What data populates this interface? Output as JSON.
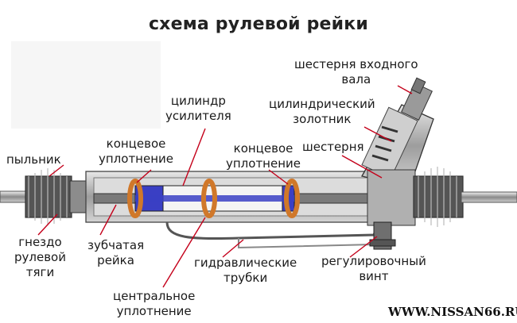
{
  "title": "схема рулевой рейки",
  "watermark": "WWW.NISSAN66.RU",
  "labels": {
    "input_shaft_gear": [
      "шестерня входного",
      "вала"
    ],
    "cylindrical_valve": [
      "цилиндрический",
      "золотник"
    ],
    "pinion": "шестерня",
    "booster_cylinder": [
      "цилиндр",
      "усилителя"
    ],
    "end_seal_left": [
      "концевое",
      "уплотнение"
    ],
    "end_seal_right": [
      "концевое",
      "уплотнение"
    ],
    "boot": "пыльник",
    "tie_rod_socket": [
      "гнездо",
      "рулевой",
      "тяги"
    ],
    "toothed_rack": [
      "зубчатая",
      "рейка"
    ],
    "hydraulic_tubes": [
      "гидравлические",
      "трубки"
    ],
    "adjusting_screw": [
      "регулировочный",
      "винт"
    ],
    "center_seal": [
      "центральное",
      "уплотнение"
    ]
  },
  "colors": {
    "cylinder_fill": "#3a3fc4",
    "seal_ring": "#d0782a",
    "housing": "#b8b8b8",
    "leader_line": "#c4001a"
  }
}
